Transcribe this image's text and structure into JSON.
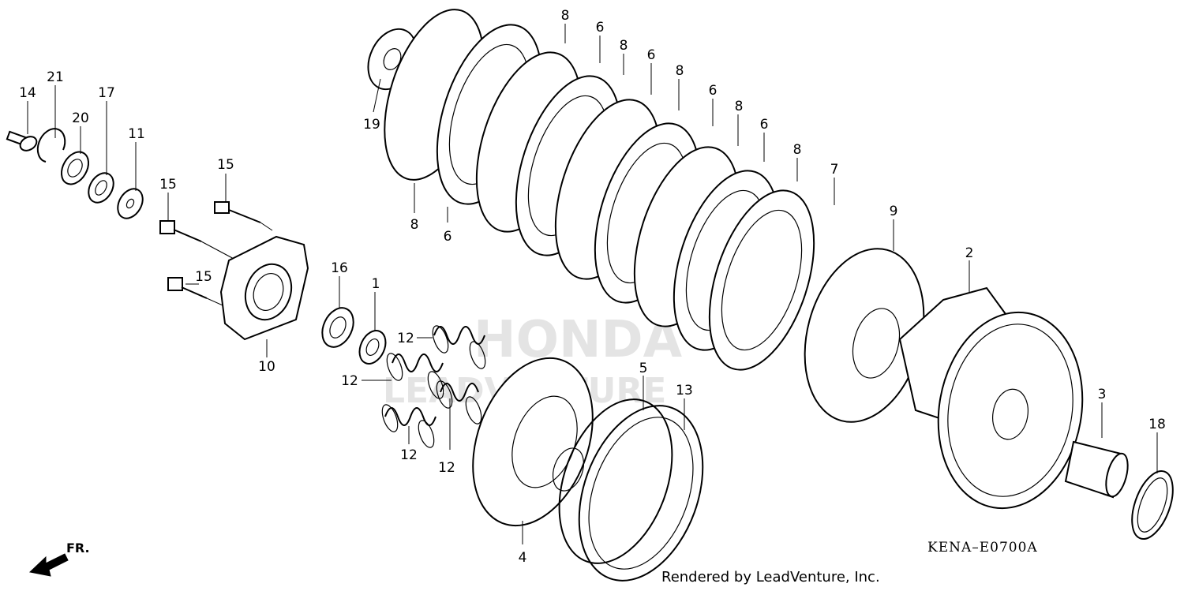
{
  "diagram": {
    "code": "KENA–E0700A",
    "credit": "Rendered by LeadVenture, Inc.",
    "watermark_brand": "HONDA",
    "watermark_dealer": "LEADVENTURE",
    "direction_label": "FR."
  },
  "callouts": [
    {
      "id": "14",
      "text": "14"
    },
    {
      "id": "21",
      "text": "21"
    },
    {
      "id": "20",
      "text": "20"
    },
    {
      "id": "17",
      "text": "17"
    },
    {
      "id": "11",
      "text": "11"
    },
    {
      "id": "15a",
      "text": "15"
    },
    {
      "id": "15b",
      "text": "15"
    },
    {
      "id": "15c",
      "text": "15"
    },
    {
      "id": "10",
      "text": "10"
    },
    {
      "id": "16",
      "text": "16"
    },
    {
      "id": "1",
      "text": "1"
    },
    {
      "id": "12a",
      "text": "12"
    },
    {
      "id": "12b",
      "text": "12"
    },
    {
      "id": "12c",
      "text": "12"
    },
    {
      "id": "12d",
      "text": "12"
    },
    {
      "id": "19",
      "text": "19"
    },
    {
      "id": "8a",
      "text": "8"
    },
    {
      "id": "6a",
      "text": "6"
    },
    {
      "id": "8b",
      "text": "8"
    },
    {
      "id": "6b",
      "text": "6"
    },
    {
      "id": "8c",
      "text": "8"
    },
    {
      "id": "6c",
      "text": "6"
    },
    {
      "id": "8d",
      "text": "8"
    },
    {
      "id": "6d",
      "text": "6"
    },
    {
      "id": "8e",
      "text": "8"
    },
    {
      "id": "7",
      "text": "7"
    },
    {
      "id": "8f",
      "text": "8"
    },
    {
      "id": "6e",
      "text": "6"
    },
    {
      "id": "9",
      "text": "9"
    },
    {
      "id": "2",
      "text": "2"
    },
    {
      "id": "5",
      "text": "5"
    },
    {
      "id": "13",
      "text": "13"
    },
    {
      "id": "4",
      "text": "4"
    },
    {
      "id": "3",
      "text": "3"
    },
    {
      "id": "18",
      "text": "18"
    }
  ]
}
